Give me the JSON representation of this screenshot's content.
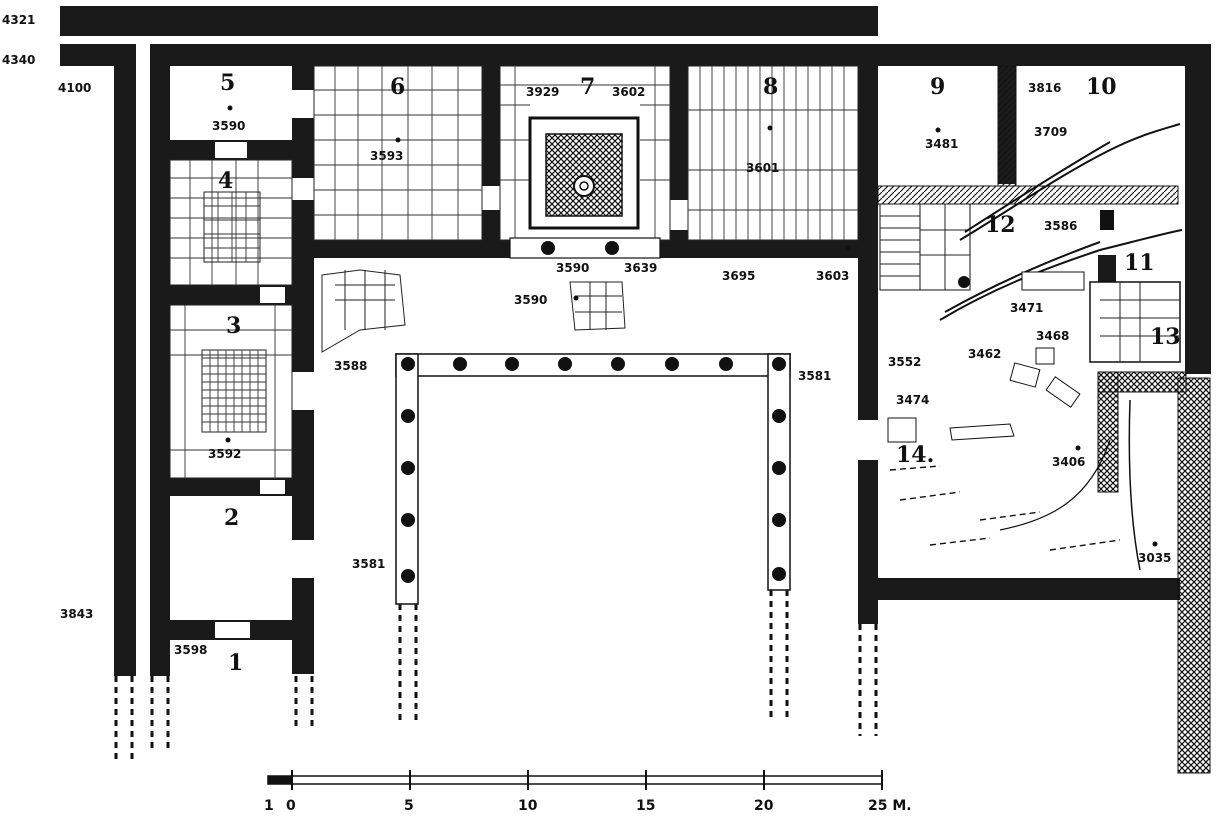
{
  "rooms": [
    {
      "id": "1",
      "label": "1"
    },
    {
      "id": "2",
      "label": "2"
    },
    {
      "id": "3",
      "label": "3"
    },
    {
      "id": "4",
      "label": "4"
    },
    {
      "id": "5",
      "label": "5"
    },
    {
      "id": "6",
      "label": "6"
    },
    {
      "id": "7",
      "label": "7"
    },
    {
      "id": "8",
      "label": "8"
    },
    {
      "id": "9",
      "label": "9"
    },
    {
      "id": "10",
      "label": "10"
    },
    {
      "id": "11",
      "label": "11"
    },
    {
      "id": "12",
      "label": "12"
    },
    {
      "id": "13",
      "label": "13"
    },
    {
      "id": "14",
      "label": "14."
    }
  ],
  "levels": {
    "l4321": "4321",
    "l4340": "4340",
    "l4100": "4100",
    "l3843": "3843",
    "l3590_r5": "3590",
    "l3593": "3593",
    "l3929": "3929",
    "l3602": "3602",
    "l3601": "3601",
    "l3481": "3481",
    "l3816": "3816",
    "l3709": "3709",
    "l3586": "3586",
    "l3590_a": "3590",
    "l3639": "3639",
    "l3695": "3695",
    "l3603": "3603",
    "l3590_b": "3590",
    "l3588": "3588",
    "l3592": "3592",
    "l3598": "3598",
    "l3581_a": "3581",
    "l3581_b": "3581",
    "l3552": "3552",
    "l3471": "3471",
    "l3468": "3468",
    "l3462": "3462",
    "l3474": "3474",
    "l3406": "3406",
    "l3035": "3035"
  },
  "scale": {
    "ticks": [
      "1",
      "0",
      "5",
      "10",
      "15",
      "20",
      "25 M."
    ]
  }
}
